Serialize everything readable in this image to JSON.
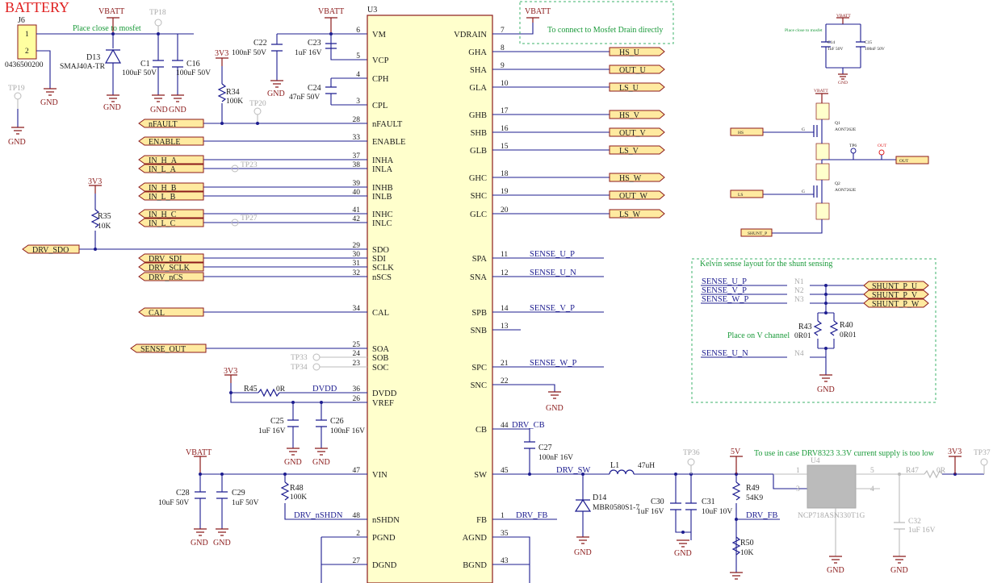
{
  "title": "BATTERY",
  "notes": {
    "place_close": "Place close to mosfet",
    "drain_note": "To connect to Mosfet Drain directly",
    "kelvin": "Kelvin sense layout for the shunt sensing",
    "place_v": "Place on V channel",
    "drv_note": "To use in case DRV8323 3.3V current supply is too low",
    "place_close_small": "Place close to mosfet"
  },
  "power": {
    "vbatt": "VBATT",
    "v3v3": "3V3",
    "v5": "5V",
    "gnd": "GND"
  },
  "ic": {
    "ref": "U3",
    "left_pins": [
      {
        "num": "6",
        "name": "VM"
      },
      {
        "num": "5",
        "name": "VCP"
      },
      {
        "num": "4",
        "name": "CPH"
      },
      {
        "num": "3",
        "name": "CPL"
      },
      {
        "num": "28",
        "name": "nFAULT"
      },
      {
        "num": "33",
        "name": "ENABLE"
      },
      {
        "num": "37",
        "name": "INHA"
      },
      {
        "num": "38",
        "name": "INLA"
      },
      {
        "num": "39",
        "name": "INHB"
      },
      {
        "num": "40",
        "name": "INLB"
      },
      {
        "num": "41",
        "name": "INHC"
      },
      {
        "num": "42",
        "name": "INLC"
      },
      {
        "num": "29",
        "name": "SDO"
      },
      {
        "num": "30",
        "name": "SDI"
      },
      {
        "num": "31",
        "name": "SCLK"
      },
      {
        "num": "32",
        "name": "nSCS"
      },
      {
        "num": "34",
        "name": "CAL"
      },
      {
        "num": "25",
        "name": "SOA"
      },
      {
        "num": "24",
        "name": "SOB"
      },
      {
        "num": "23",
        "name": "SOC"
      },
      {
        "num": "36",
        "name": "DVDD"
      },
      {
        "num": "26",
        "name": "VREF"
      },
      {
        "num": "47",
        "name": "VIN"
      },
      {
        "num": "48",
        "name": "nSHDN"
      },
      {
        "num": "2",
        "name": "PGND"
      },
      {
        "num": "27",
        "name": "DGND"
      }
    ],
    "right_pins": [
      {
        "num": "7",
        "name": "VDRAIN"
      },
      {
        "num": "8",
        "name": "GHA"
      },
      {
        "num": "9",
        "name": "SHA"
      },
      {
        "num": "10",
        "name": "GLA"
      },
      {
        "num": "17",
        "name": "GHB"
      },
      {
        "num": "16",
        "name": "SHB"
      },
      {
        "num": "15",
        "name": "GLB"
      },
      {
        "num": "18",
        "name": "GHC"
      },
      {
        "num": "19",
        "name": "SHC"
      },
      {
        "num": "20",
        "name": "GLC"
      },
      {
        "num": "11",
        "name": "SPA"
      },
      {
        "num": "12",
        "name": "SNA"
      },
      {
        "num": "14",
        "name": "SPB"
      },
      {
        "num": "13",
        "name": "SNB"
      },
      {
        "num": "21",
        "name": "SPC"
      },
      {
        "num": "22",
        "name": "SNC"
      },
      {
        "num": "44",
        "name": "CB"
      },
      {
        "num": "45",
        "name": "SW"
      },
      {
        "num": "1",
        "name": "FB"
      },
      {
        "num": "35",
        "name": "AGND"
      },
      {
        "num": "43",
        "name": "BGND"
      }
    ]
  },
  "ports_left": [
    "nFAULT",
    "ENABLE",
    "IN_H_A",
    "IN_L_A",
    "IN_H_B",
    "IN_L_B",
    "IN_H_C",
    "IN_L_C",
    "DRV_SDO",
    "DRV_SDI",
    "DRV_SCLK",
    "DRV_nCS",
    "CAL",
    "SENSE_OUT"
  ],
  "ports_right": [
    "HS_U",
    "OUT_U",
    "LS_U",
    "HS_V",
    "OUT_V",
    "LS_V",
    "HS_W",
    "OUT_W",
    "LS_W"
  ],
  "shunt_ports": [
    "SHUNT_P_U",
    "SHUNT_P_V",
    "SHUNT_P_W"
  ],
  "nets": {
    "sense_up": "SENSE_U_P",
    "sense_un": "SENSE_U_N",
    "sense_vp": "SENSE_V_P",
    "sense_wp": "SENSE_W_P",
    "sense_un2": "SENSE_U_N",
    "sense_up2": "SENSE_U_P",
    "sense_vp2": "SENSE_V_P",
    "sense_wp2": "SENSE_W_P",
    "dvdd": "DVDD",
    "drv_cb": "DRV_CB",
    "drv_sw": "DRV_SW",
    "drv_fb": "DRV_FB",
    "drv_fb2": "DRV_FB",
    "drv_nshdn": "DRV_nSHDN"
  },
  "components": {
    "j6": {
      "ref": "J6",
      "pin1": "1",
      "pin2": "2",
      "part": "0436500200"
    },
    "d13": {
      "ref": "D13",
      "val": "SMAJ40A-TR"
    },
    "c1": {
      "ref": "C1",
      "val": "100uF 50V"
    },
    "c16": {
      "ref": "C16",
      "val": "100uF 50V"
    },
    "c22": {
      "ref": "C22",
      "val": "100nF 50V"
    },
    "c23": {
      "ref": "C23",
      "val": "1uF 16V"
    },
    "c24": {
      "ref": "C24",
      "val": "47nF 50V"
    },
    "r34": {
      "ref": "R34",
      "val": "100K"
    },
    "r35": {
      "ref": "R35",
      "val": "10K"
    },
    "r45": {
      "ref": "R45",
      "val": "0R"
    },
    "c25": {
      "ref": "C25",
      "val": "1uF 16V"
    },
    "c26": {
      "ref": "C26",
      "val": "100nF 16V"
    },
    "c28": {
      "ref": "C28",
      "val": "10uF 50V"
    },
    "c29": {
      "ref": "C29",
      "val": "1uF 50V"
    },
    "r48": {
      "ref": "R48",
      "val": "100K"
    },
    "c27": {
      "ref": "C27",
      "val": "100nF 16V"
    },
    "l1": {
      "ref": "L1",
      "val": "47uH"
    },
    "d14": {
      "ref": "D14",
      "val": "MBR0580S1-7"
    },
    "c30": {
      "ref": "C30",
      "val": "1uF 16V"
    },
    "c31": {
      "ref": "C31",
      "val": "10uF 10V"
    },
    "r49": {
      "ref": "R49",
      "val": "54K9"
    },
    "r50": {
      "ref": "R50",
      "val": "10K"
    },
    "u4": {
      "ref": "U4",
      "val": "NCP718ASN330T1G",
      "p1": "1",
      "p3": "3",
      "p4": "4",
      "p5": "5"
    },
    "r47": {
      "ref": "R47",
      "val": "0R"
    },
    "c32": {
      "ref": "C32",
      "val": "1uF 16V"
    },
    "r43": {
      "ref": "R43",
      "val": "0R01"
    },
    "r40": {
      "ref": "R40",
      "val": "0R01"
    },
    "c14": {
      "ref": "C14",
      "val": "1uF 50V"
    },
    "c15": {
      "ref": "C15",
      "val": "100nF 50V"
    },
    "q1": {
      "ref": "Q1",
      "val": "AON7262E"
    },
    "q2": {
      "ref": "Q2",
      "val": "AON7262E"
    }
  },
  "testpoints": [
    "TP18",
    "TP19",
    "TP20",
    "TP23",
    "TP27",
    "TP33",
    "TP34",
    "TP36",
    "TP37",
    "TP6"
  ],
  "nodes": [
    "N1",
    "N2",
    "N3",
    "N4"
  ],
  "mini": {
    "hs": "HS",
    "ls": "LS",
    "out": "OUT",
    "out_port": "OUT",
    "shunt": "SHUNT_P",
    "g": "G",
    "vbatt": "VBATT"
  }
}
